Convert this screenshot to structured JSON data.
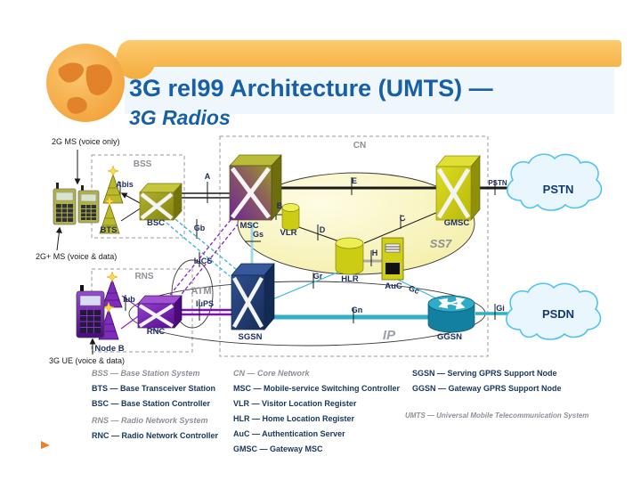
{
  "header": {
    "title": "3G rel99 Architecture (UMTS) —",
    "subtitle": "3G Radios"
  },
  "diagram": {
    "devices": {
      "ms_2g": "2G MS (voice only)",
      "ms_2g_plus": "2G+ MS (voice & data)",
      "ue_3g": "3G UE (voice & data)"
    },
    "groups": {
      "bss": "BSS",
      "rns": "RNS",
      "cn": "CN"
    },
    "nodes": {
      "bts": "BTS",
      "bsc": "BSC",
      "msc": "MSC",
      "vlr": "VLR",
      "hlr": "HLR",
      "auc": "AuC",
      "gmsc": "GMSC",
      "sgsn": "SGSN",
      "ggsn": "GGSN",
      "rnc": "RNC",
      "node_b": "Node B"
    },
    "domains": {
      "ss7": "SS7",
      "ip": "IP",
      "atm": "ATM"
    },
    "clouds": {
      "pstn": "PSTN",
      "psdn": "PSDN"
    },
    "interfaces": {
      "a": "A",
      "abis": "Abis",
      "gb": "Gb",
      "b": "B",
      "c": "C",
      "d": "D",
      "e": "E",
      "h": "H",
      "gs": "Gs",
      "gr": "Gr",
      "gc": "Gc",
      "gn": "Gn",
      "gi": "Gi",
      "iub": "Iub",
      "iucs": "IuCS",
      "iups": "IuPS",
      "pstn_link": "PSTN"
    }
  },
  "legend": {
    "col1": [
      {
        "text": "BSS — Base Station System"
      },
      {
        "text": "BTS — Base Transceiver Station"
      },
      {
        "text": "BSC — Base Station Controller"
      },
      {
        "text": "RNS — Radio Network System"
      },
      {
        "text": "RNC — Radio Network Controller"
      }
    ],
    "col2": [
      {
        "text": "CN — Core Network"
      },
      {
        "text": "MSC — Mobile-service Switching Controller"
      },
      {
        "text": "VLR — Visitor Location Register"
      },
      {
        "text": "HLR — Home Location Register"
      },
      {
        "text": "AuC — Authentication Server"
      },
      {
        "text": "GMSC — Gateway MSC"
      }
    ],
    "col3": [
      {
        "text": "SGSN — Serving GPRS Support Node"
      },
      {
        "text": "GGSN — Gateway GPRS Support Node"
      },
      {
        "text": "UMTS — Universal Mobile Telecommunication System"
      }
    ]
  },
  "colors": {
    "title_blue": "#1760A8",
    "banner_orange": "#F6B448",
    "legend_blue": "#17365D",
    "muted_gray": "#8F8F98",
    "cyan_line": "#2FAFC9",
    "purple_line": "#7B12B0",
    "cloud_border": "#4FC3F0",
    "ss7_fill": "#F6F1B0"
  }
}
